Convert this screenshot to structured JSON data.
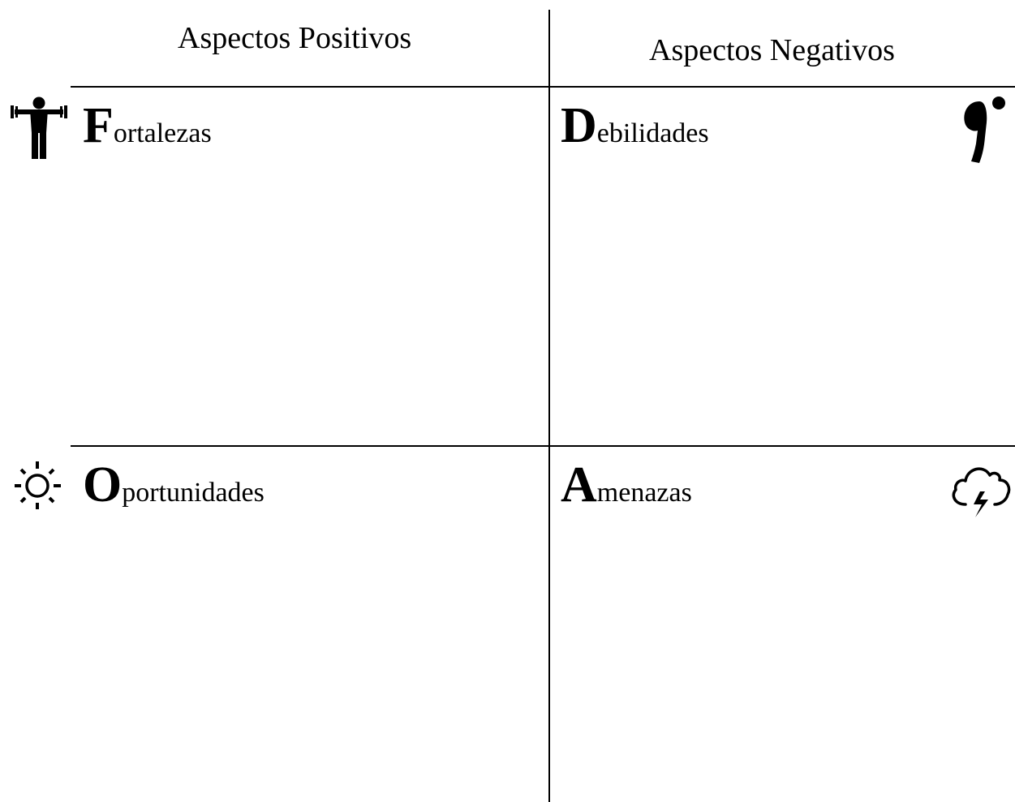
{
  "headers": {
    "positive": "Aspectos Positivos",
    "negative": "Aspectos Negativos"
  },
  "quadrants": {
    "fortalezas": {
      "initial": "F",
      "rest": "ortalezas",
      "icon": "weightlifter-icon"
    },
    "debilidades": {
      "initial": "D",
      "rest": "ebilidades",
      "icon": "stooped-figure-icon"
    },
    "oportunidades": {
      "initial": "O",
      "rest": "portunidades",
      "icon": "sun-icon"
    },
    "amenazas": {
      "initial": "A",
      "rest": "menazas",
      "icon": "storm-cloud-icon"
    }
  },
  "colors": {
    "ink": "#000000",
    "background": "#ffffff"
  }
}
